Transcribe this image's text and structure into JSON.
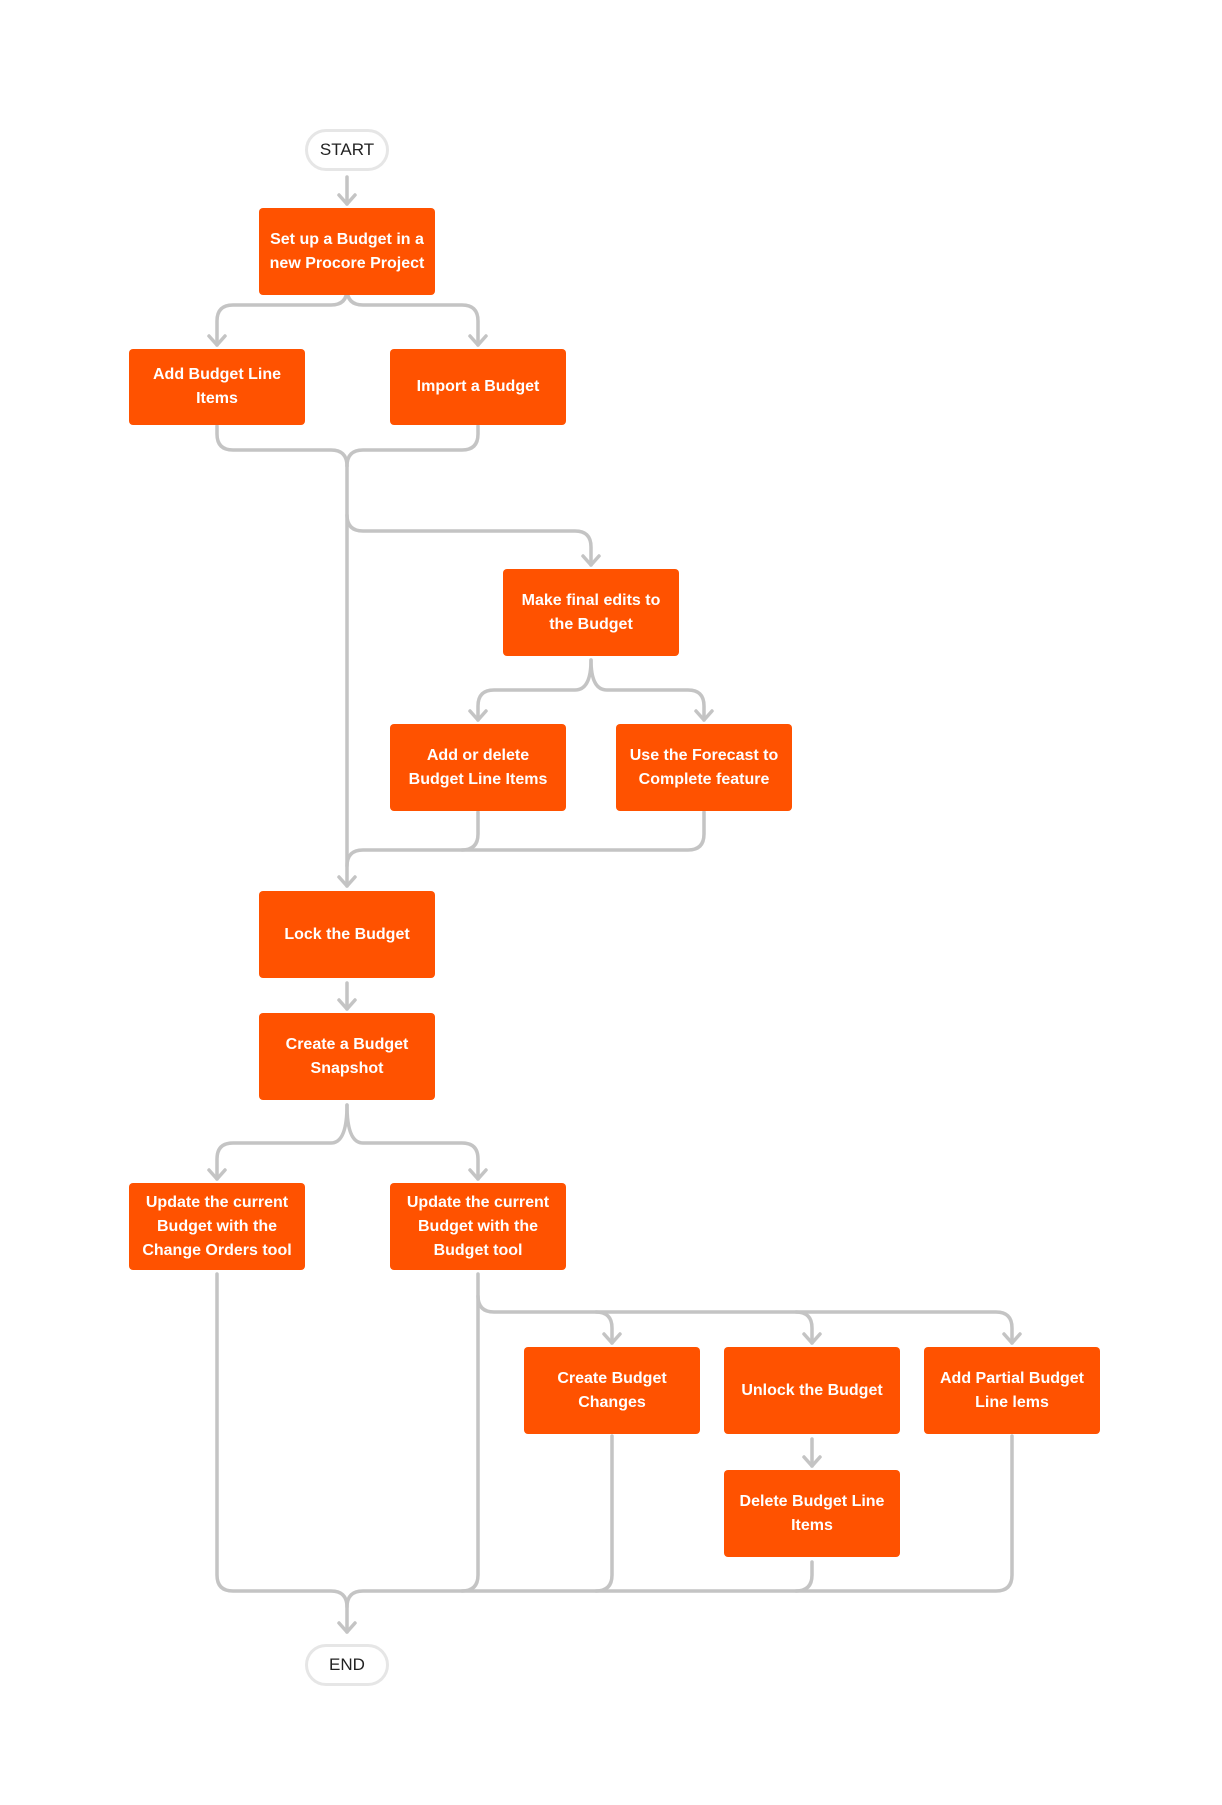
{
  "start": "START",
  "end": "END",
  "steps": {
    "setup": "Set up a Budget in a new Procore Project",
    "add_items": "Add Budget Line Items",
    "import": "Import a Budget",
    "final_edits": "Make final edits to the Budget",
    "add_delete": "Add or delete Budget Line Items",
    "forecast": "Use the Forecast to Complete feature",
    "lock": "Lock the Budget",
    "snapshot": "Create a Budget Snapshot",
    "update_co": "Update the current Budget with the Change Orders tool",
    "update_budget": "Update the current Budget with the Budget tool",
    "create_changes": "Create Budget Changes",
    "unlock": "Unlock the Budget",
    "partial": "Add Partial Budget Line lems",
    "delete_items": "Delete Budget Line Items"
  },
  "colors": {
    "step_fill": "#ff5200",
    "connector": "#c4c4c4",
    "terminal_border": "#e6e6e6"
  }
}
